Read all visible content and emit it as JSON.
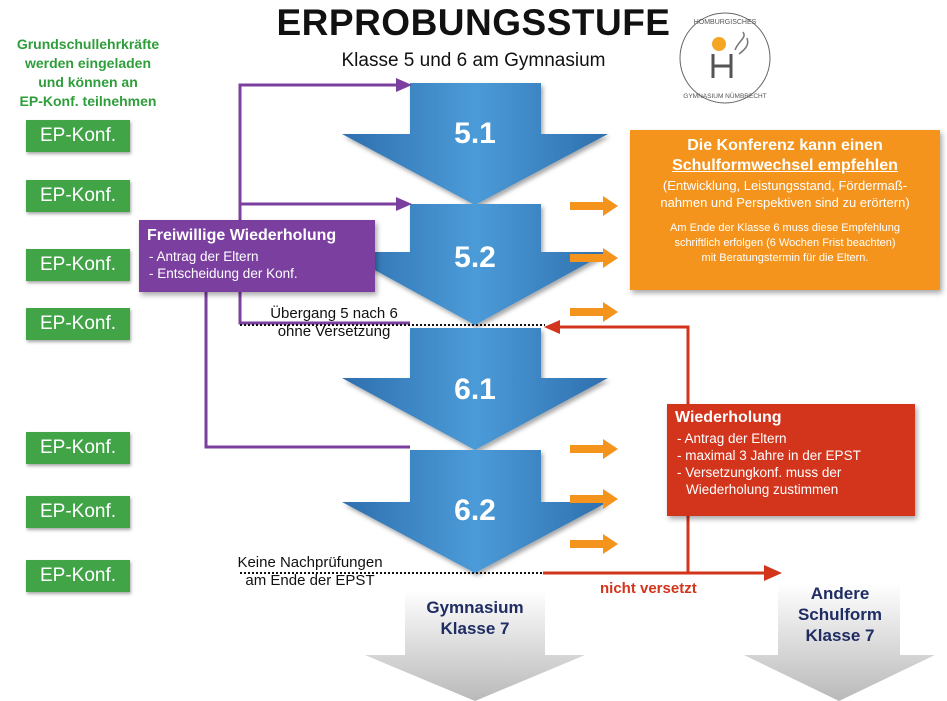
{
  "title": "ERPROBUNGSSTUFE",
  "subtitle": "Klasse 5 und 6 am Gymnasium",
  "invite_text": [
    "Grundschullehrkräfte",
    "werden eingeladen",
    "und können an",
    "EP-Konf. teilnehmen"
  ],
  "ep_label": "EP-Konf.",
  "stages": [
    "5.1",
    "5.2",
    "6.1",
    "6.2"
  ],
  "freiwillig": {
    "heading": "Freiwillige Wiederholung",
    "items": [
      "Antrag der Eltern",
      "Entscheidung der Konf."
    ]
  },
  "uebergang": {
    "line1": "Übergang 5 nach 6",
    "line2": "ohne Versetzung"
  },
  "keine": {
    "line1": "Keine Nachprüfungen",
    "line2": "am Ende der EPST"
  },
  "orange": {
    "line1": "Die Konferenz kann einen",
    "line2": "Schulformwechsel empfehlen",
    "p1a": "(Entwicklung, Leistungsstand, Fördermaß-",
    "p1b": "nahmen und Perspektiven sind zu erörtern)",
    "p2a": "Am Ende der Klasse 6 muss diese Empfehlung",
    "p2b": "schriftlich erfolgen (6 Wochen Frist beachten)",
    "p2c": "mit Beratungstermin für die Eltern."
  },
  "wiederholung": {
    "heading": "Wiederholung",
    "items": [
      "Antrag der Eltern",
      "maximal 3 Jahre in der EPST",
      "Versetzungkonf. muss der"
    ],
    "continuation": "Wiederholung zustimmen"
  },
  "nicht_versetzt": "nicht versetzt",
  "gymnasium": {
    "line1": "Gymnasium",
    "line2": "Klasse 7"
  },
  "andere": {
    "line1": "Andere",
    "line2": "Schulform",
    "line3": "Klasse 7"
  },
  "logo": {
    "top": "HOMBURGISCHES",
    "bottom": "GYMNASIUM NÜMBRECHT"
  },
  "colors": {
    "blue": "#3b86c6",
    "green": "#41a447",
    "purple": "#7b3fa0",
    "orange": "#f5941d",
    "red": "#d2341c",
    "navy": "#1f2d63"
  }
}
